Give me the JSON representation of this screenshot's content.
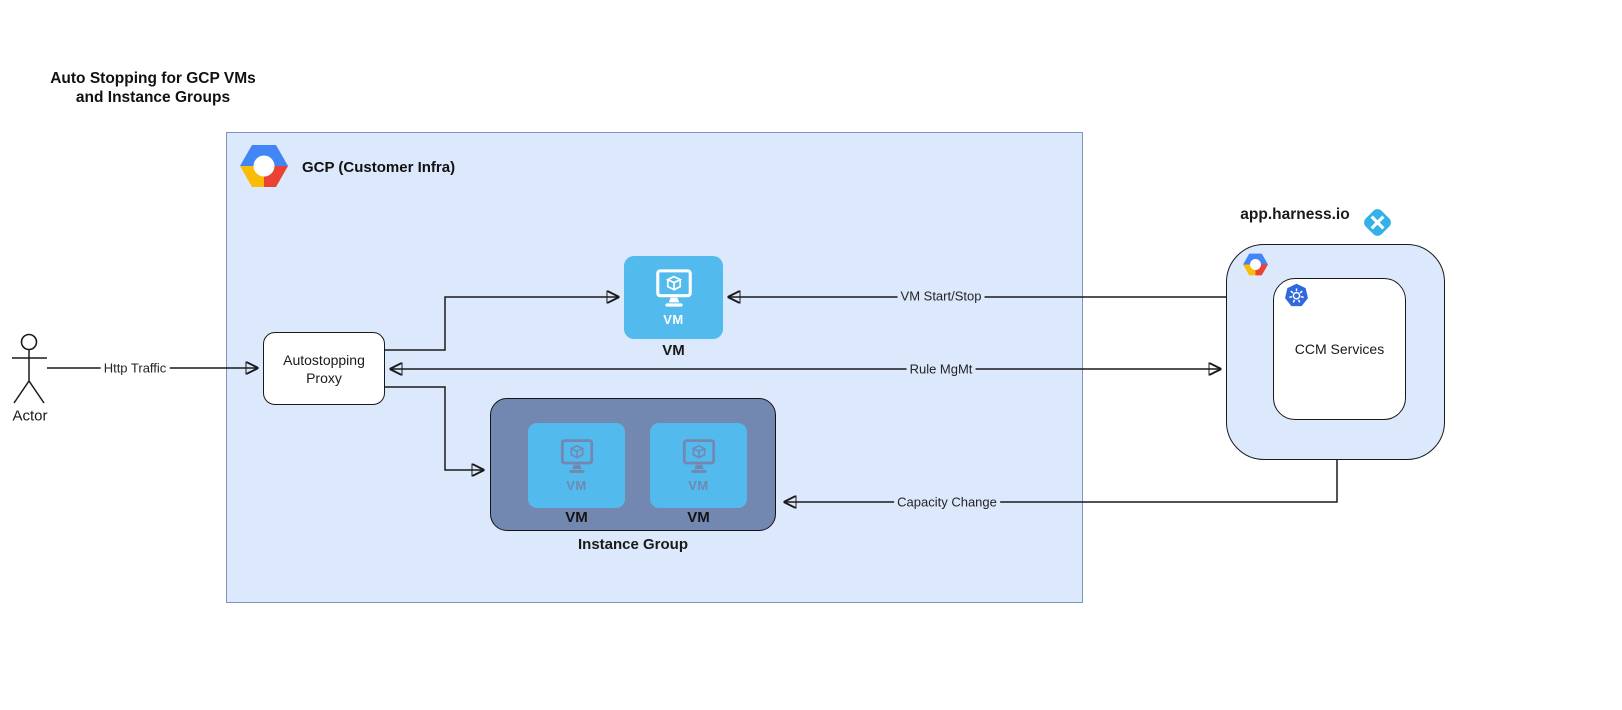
{
  "title": {
    "line1": "Auto Stopping for GCP VMs",
    "line2": "and Instance Groups"
  },
  "actor": {
    "label": "Actor"
  },
  "gcp_box": {
    "label": "GCP (Customer Infra)"
  },
  "proxy": {
    "line1": "Autostopping",
    "line2": "Proxy"
  },
  "vm_node": {
    "inner_label": "VM",
    "label": "VM"
  },
  "instance_group": {
    "label": "Instance Group",
    "vms": [
      {
        "inner_label": "VM",
        "label": "VM"
      },
      {
        "inner_label": "VM",
        "label": "VM"
      }
    ]
  },
  "harness": {
    "domain_label": "app.harness.io",
    "ccm_label": "CCM Services"
  },
  "edges": {
    "http_traffic": "Http Traffic",
    "vm_start_stop": "VM Start/Stop",
    "rule_mgmt": "Rule MgMt",
    "capacity_change": "Capacity Change"
  },
  "icons": {
    "gcp-logo-icon": "google-cloud-hexagon",
    "harness-logo-icon": "harness-diamond",
    "kubernetes-icon": "k8s-helm-wheel",
    "vm-monitor-icon": "monitor-with-cube",
    "actor-figure-icon": "uml-stick-figure"
  },
  "colors": {
    "gcp_box_fill": "#dce8fb",
    "gcp_box_border": "#7d95c1",
    "vm_fill": "#53baed",
    "instance_group_fill": "#7388b1",
    "node_border": "#1a1a1a",
    "line_color": "#1a1a1a",
    "harness_logo_blue": "#33b1e8",
    "kubernetes_blue": "#3069de",
    "google_blue": "#4285F4",
    "google_red": "#EA4335",
    "google_yellow": "#FBBC05"
  }
}
